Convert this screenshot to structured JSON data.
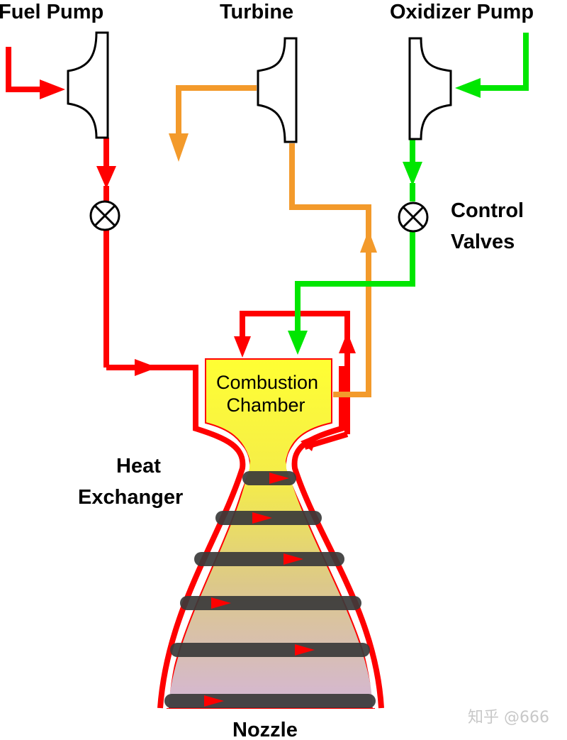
{
  "labels": {
    "fuel_pump": "Fuel Pump",
    "turbine": "Turbine",
    "oxidizer_pump": "Oxidizer Pump",
    "control_valves_line1": "Control",
    "control_valves_line2": "Valves",
    "heat_exchanger_line1": "Heat",
    "heat_exchanger_line2": "Exchanger",
    "nozzle": "Nozzle",
    "chamber_line1": "Combustion",
    "chamber_line2": "Chamber"
  },
  "watermark": "知乎 @666",
  "colors": {
    "fuel": "#ff0000",
    "oxidizer": "#00e600",
    "turbine_exhaust": "#f39a2b",
    "chamber_fill": "#ffff3c",
    "nozzle_bottom": "#d4b6d6",
    "cooling_band": "#3a3a3a"
  }
}
